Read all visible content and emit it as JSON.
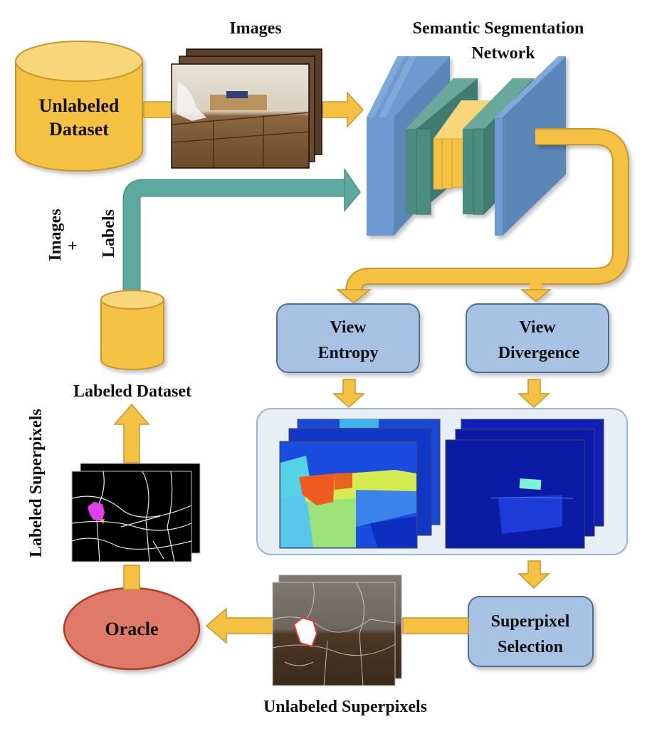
{
  "diagram": {
    "title": "Active learning pipeline with view entropy and view divergence",
    "nodes": {
      "unlabeled_dataset": {
        "line1": "Unlabeled",
        "line2": "Dataset"
      },
      "images": {
        "label": "Images"
      },
      "network": {
        "line1": "Semantic Segmentation",
        "line2": "Network"
      },
      "view_entropy": {
        "line1": "View",
        "line2": "Entropy"
      },
      "view_divergence": {
        "line1": "View",
        "line2": "Divergence"
      },
      "superpixel_selection": {
        "line1": "Superpixel",
        "line2": "Selection"
      },
      "unlabeled_superpixels": {
        "label": "Unlabeled Superpixels"
      },
      "oracle": {
        "label": "Oracle"
      },
      "labeled_superpixels": {
        "label": "Labeled Superpixels"
      },
      "labeled_dataset": {
        "label": "Labeled Dataset"
      },
      "images_labels": {
        "line1": "Images",
        "line2": "+",
        "line3": "Labels"
      }
    },
    "edges": [
      {
        "from": "unlabeled_dataset",
        "to": "network",
        "via": "images",
        "color": "yellow"
      },
      {
        "from": "network",
        "to": "view_entropy",
        "color": "yellow"
      },
      {
        "from": "network",
        "to": "view_divergence",
        "color": "yellow"
      },
      {
        "from": "view_entropy",
        "to": "uncertainty_maps",
        "color": "yellow"
      },
      {
        "from": "view_divergence",
        "to": "uncertainty_maps",
        "color": "yellow"
      },
      {
        "from": "uncertainty_maps",
        "to": "superpixel_selection",
        "color": "yellow"
      },
      {
        "from": "superpixel_selection",
        "to": "oracle",
        "via": "unlabeled_superpixels",
        "color": "yellow"
      },
      {
        "from": "oracle",
        "to": "labeled_dataset",
        "via": "labeled_superpixels",
        "color": "yellow"
      },
      {
        "from": "labeled_dataset",
        "to": "network",
        "label": "Images + Labels",
        "color": "teal"
      }
    ],
    "colors": {
      "yellow": "#F4C142",
      "yellow_stroke": "#C9962A",
      "teal": "#5DA9A0",
      "box_fill": "#A7C2E2",
      "box_stroke": "#4E6F96",
      "oracle_fill": "#E07A67",
      "oracle_stroke": "#B23A26",
      "layer_blue": "#5A86B8",
      "layer_blue_edge": "#6D9AD0",
      "layer_green": "#4C8C80",
      "layer_yellow": "#F4C142",
      "panel_fill": "#E6EEF6",
      "panel_stroke": "#9FB4CC"
    }
  }
}
